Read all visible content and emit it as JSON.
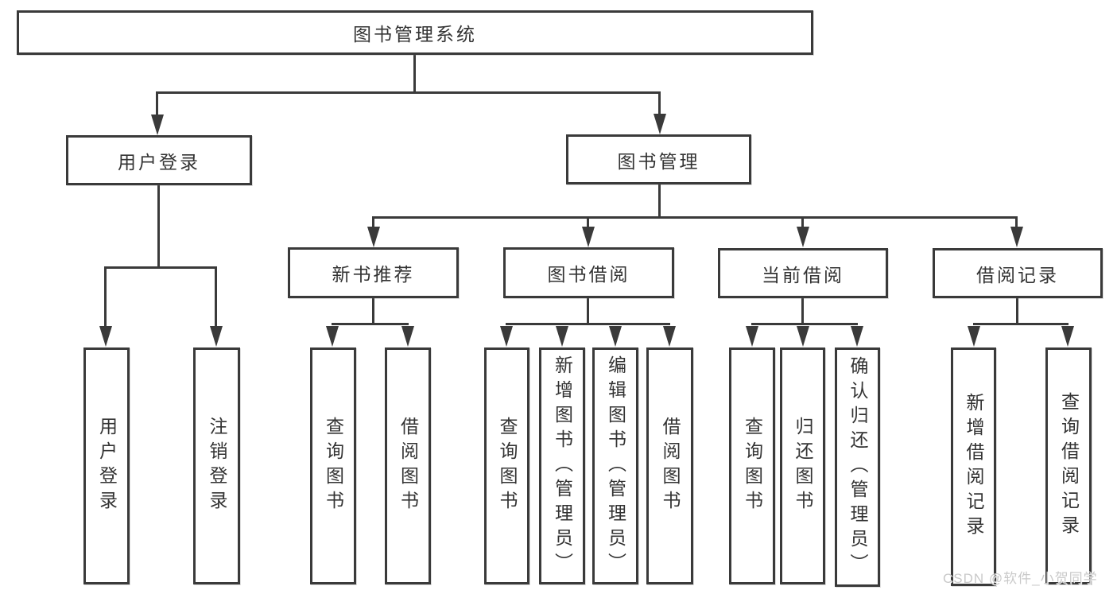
{
  "colors": {
    "line": "#3a3a3a",
    "text": "#333333",
    "watermark": "#c9c9c9",
    "background": "#ffffff"
  },
  "watermark": {
    "text": "CSDN @软件_小贺同学"
  },
  "tree": {
    "root": {
      "label": "图书管理系统"
    },
    "branches": [
      {
        "label": "用户登录",
        "leaves": [
          "用户登录",
          "注销登录"
        ]
      },
      {
        "label": "图书管理",
        "sections": [
          {
            "label": "新书推荐",
            "leaves": [
              "查询图书",
              "借阅图书"
            ]
          },
          {
            "label": "图书借阅",
            "leaves": [
              "查询图书",
              "新增图书（管理员）",
              "编辑图书（管理员）",
              "借阅图书"
            ]
          },
          {
            "label": "当前借阅",
            "leaves": [
              "查询图书",
              "归还图书",
              "确认归还（管理员）"
            ]
          },
          {
            "label": "借阅记录",
            "leaves": [
              "新增借阅记录",
              "查询借阅记录"
            ]
          }
        ]
      }
    ]
  }
}
